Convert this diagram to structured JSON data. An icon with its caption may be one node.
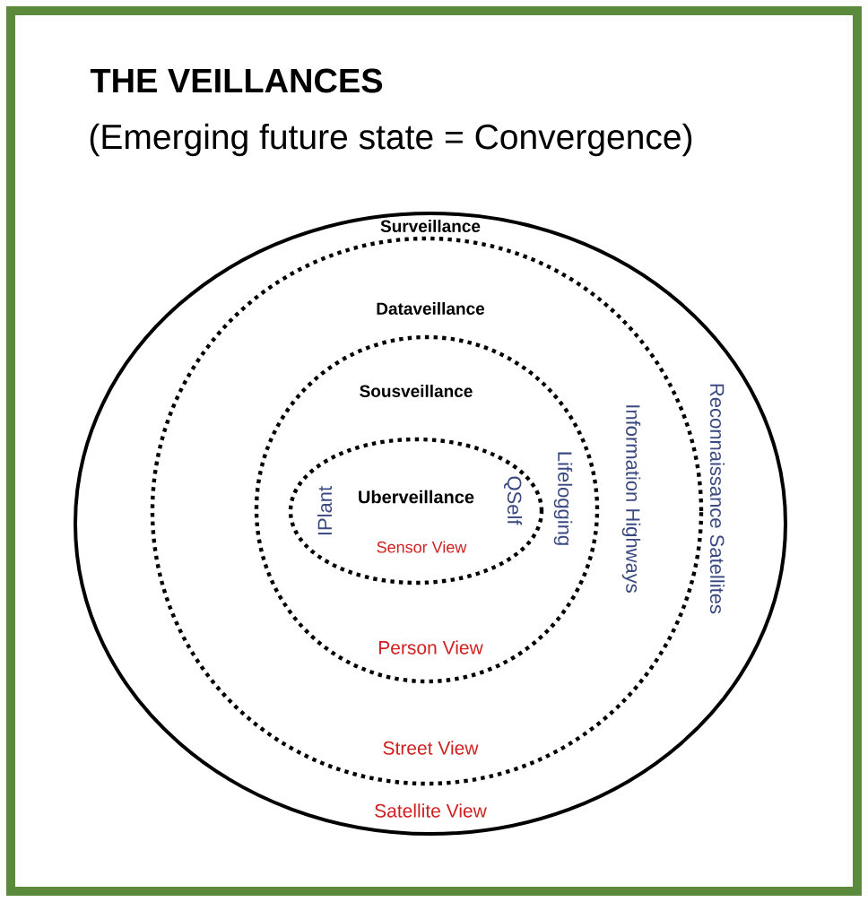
{
  "diagram": {
    "title": "THE VEILLANCES",
    "nodes": [
      {
        "text": [
          "Surveillance",
          "Reconnaissance Satellites",
          "Satellite View"
        ]
      },
      {
        "text": [
          "Dataveillance",
          "Information Highways",
          "Street View"
        ],
        "in": 0
      },
      {
        "text": [
          "Sousveillance",
          "Lifelogging",
          "Person View"
        ],
        "in": 1
      },
      {
        "text": [
          "Uberveillance",
          "IPlant",
          "QSelf",
          "Sensor View"
        ],
        "in": 2
      }
    ],
    "labels": [
      "(Emerging future state = Convergence)"
    ]
  }
}
